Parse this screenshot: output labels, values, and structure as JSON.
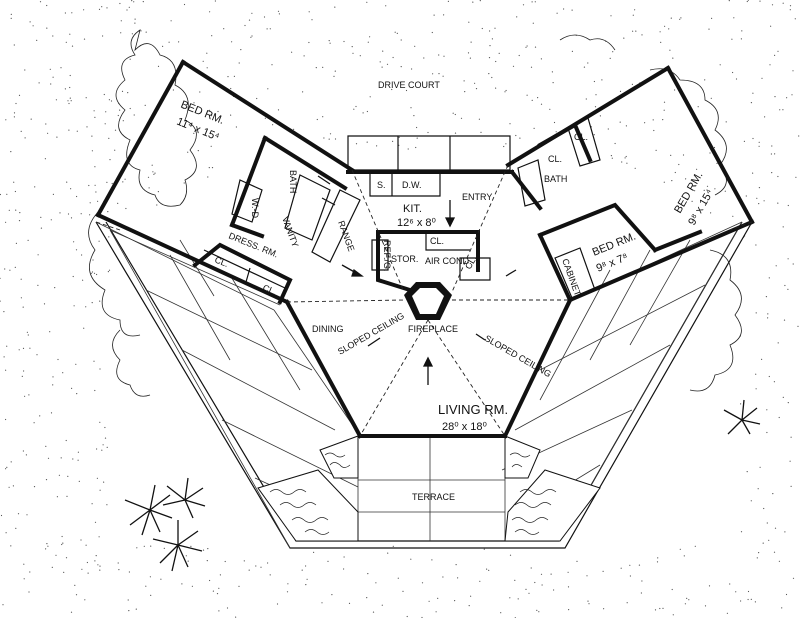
{
  "plan": {
    "drive_court": "DRIVE COURT",
    "bedroom_left": {
      "name": "BED RM.",
      "size": "11⁴ x 15⁴"
    },
    "bath_left": "BATH",
    "wd": "W.-D.",
    "vanity": "VANITY",
    "range": "RANGE",
    "dressing": "DRESS. RM.",
    "closet": "CL.",
    "sink": "S.",
    "dishwasher": "D.W.",
    "kitchen": {
      "name": "KIT.",
      "size": "12⁶ x 8⁰"
    },
    "entry": "ENTRY",
    "refrigerator": "REF./G.",
    "storage": "STOR.",
    "air_cond": "AIR COND.",
    "fireplace": "FIREPLACE",
    "dining": "DINING",
    "sloped_ceiling": "SLOPED CEILING",
    "living": {
      "name": "LIVING RM.",
      "size": "28⁰ x 18⁰"
    },
    "terrace": "TERRACE",
    "bath_right": "BATH",
    "bedroom_mid": {
      "name": "BED RM.",
      "size": "9⁸ x 7⁸"
    },
    "bedroom_right": {
      "name": "BED RM.",
      "size": "9⁸ x 15⁴"
    },
    "cabinet": "CABINET"
  }
}
